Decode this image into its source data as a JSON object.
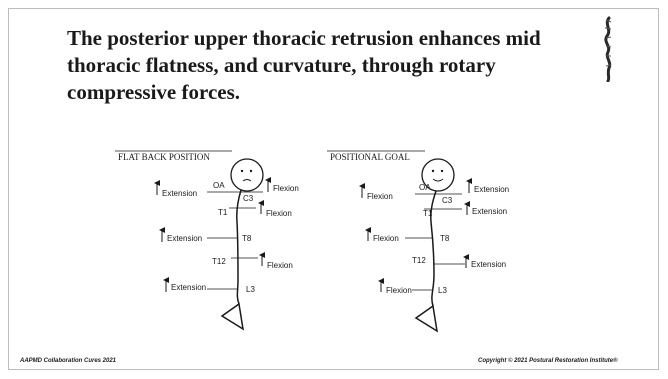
{
  "slide": {
    "title": "The posterior upper thoracic retrusion enhances mid thoracic flatness, and curvature, through rotary compressive forces.",
    "logo_icon": "spine-icon"
  },
  "figures": {
    "left": {
      "heading": "FLAT BACK POSITION",
      "labels": {
        "oa": "OA",
        "c3": "C3",
        "t1": "T1",
        "t8": "T8",
        "t12": "T12",
        "l3": "L3",
        "ext_oa": "Extension",
        "flex_c3": "Flexion",
        "flex_t1": "Flexion",
        "ext_t8": "Extension",
        "flex_t12": "Flexion",
        "ext_l3": "Extension"
      }
    },
    "right": {
      "heading": "POSITIONAL GOAL",
      "labels": {
        "oa": "OA",
        "c3": "C3",
        "t1": "T1",
        "t8": "T8",
        "t12": "T12",
        "l3": "L3",
        "flex_oa": "Flexion",
        "ext_c3": "Extension",
        "ext_t1": "Extension",
        "flex_t8": "Flexion",
        "ext_t12": "Extension",
        "flex_l3": "Flexion"
      }
    }
  },
  "footer": {
    "left": "AAPMD Collaboration Cures 2021",
    "right": "Copyright © 2021 Postural Restoration Institute®"
  }
}
